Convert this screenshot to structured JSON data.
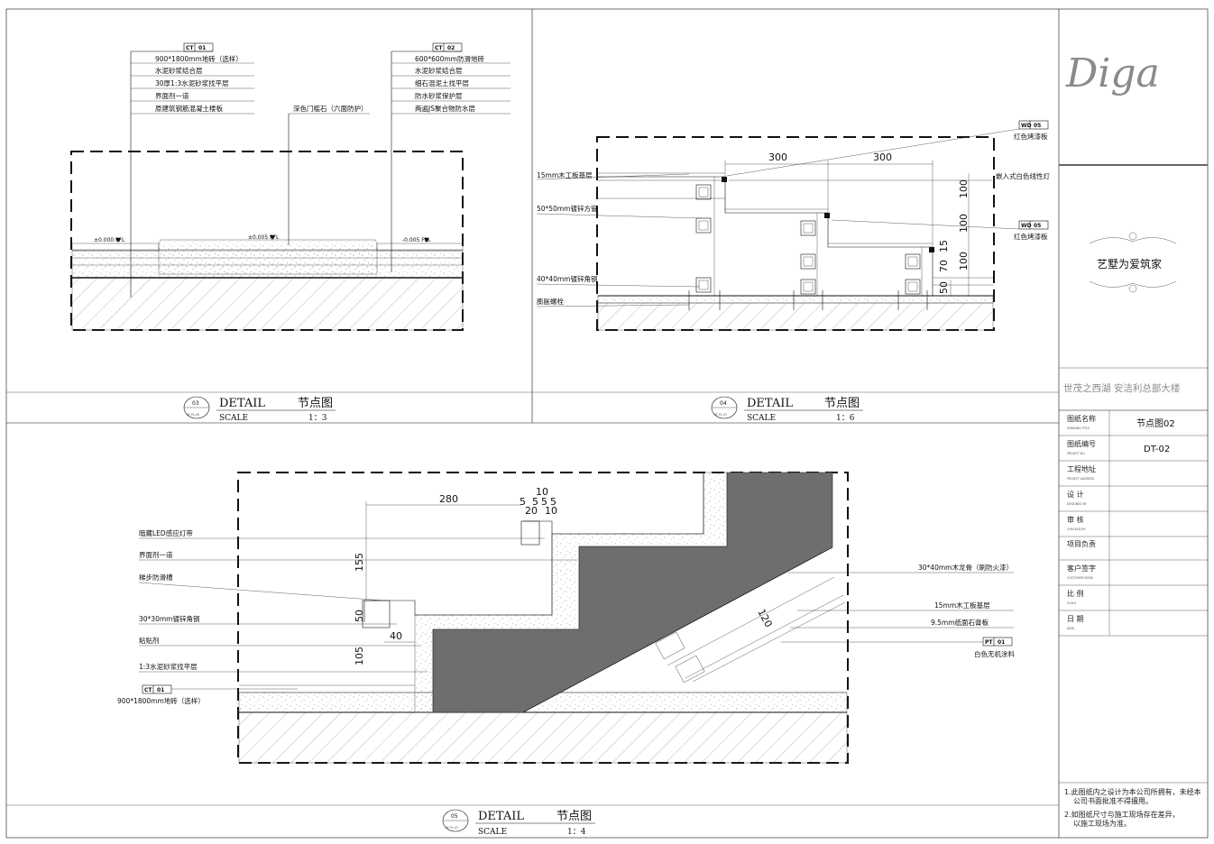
{
  "title_block": {
    "logo_text": "Diga",
    "slogan": "艺墅为爱筑家",
    "project_name": "世茂之西湖  安洁利总部大楼",
    "rows": [
      {
        "label": "图纸名称",
        "sub": "DRAWING TITLE",
        "value": "节点图02"
      },
      {
        "label": "图纸编号",
        "sub": "PROJECT NO.",
        "value": "DT-02"
      },
      {
        "label": "工程地址",
        "sub": "PROJECT ADDRESS",
        "value": ""
      },
      {
        "label": "设    计",
        "sub": "DESIGNED BY",
        "value": ""
      },
      {
        "label": "审    核",
        "sub": "CHECKED BY",
        "value": ""
      },
      {
        "label": "项目负责",
        "sub": "",
        "value": ""
      },
      {
        "label": "客户签字",
        "sub": "CUSTOMER SIGNS",
        "value": ""
      },
      {
        "label": "比    例",
        "sub": "SCALE",
        "value": ""
      },
      {
        "label": "日    期",
        "sub": "DATA",
        "value": ""
      }
    ],
    "notes": [
      "1.此图纸内之设计为本公司所拥有，未经本",
      "公司书面批准不得擅用。",
      "2.如图纸尺寸与施工现场存在差异，",
      "以施工现场为准。"
    ]
  },
  "details": [
    {
      "num": "03",
      "ref": "6F-PL-06",
      "word": "DETAIL",
      "cn": "节点图",
      "scale_word": "SCALE",
      "scale": "1：3",
      "tag1": {
        "code": "CT",
        "num": "01"
      },
      "tag2": {
        "code": "CT",
        "num": "02"
      },
      "left_layers": [
        "900*1800mm地砖（选样）",
        "水泥砂浆结合层",
        "30厚1:3水泥砂浆找平层",
        "界面剂一道",
        "原建筑钢筋混凝土楼板"
      ],
      "right_layers": [
        "600*600mm防滑地砖",
        "水泥砂浆结合层",
        "细石混泥土找平层",
        "防水砂浆保护层",
        "两遍JS聚合物防水层"
      ],
      "threshold": "深色门槛石（六面防护）",
      "levels": [
        "±0.000 FFL",
        "±0.005 FFL",
        "-0.005 FFL"
      ]
    },
    {
      "num": "04",
      "ref": "6F-PL-03",
      "word": "DETAIL",
      "cn": "节点图",
      "scale_word": "SCALE",
      "scale": "1：6",
      "tags": [
        {
          "code": "WD",
          "num": "05",
          "label": "红色烤漆板"
        },
        {
          "code": "WD",
          "num": "05",
          "label": "红色烤漆板"
        }
      ],
      "callouts": [
        "15mm木工板基层",
        "50*50mm镀锌方管",
        "40*40mm镀锌角钢",
        "膨胀螺栓",
        "嵌入式白色线性灯"
      ],
      "dims_top": [
        "300",
        "300"
      ],
      "dims_side": [
        "100",
        "100",
        "15",
        "70",
        "100",
        "50"
      ]
    },
    {
      "num": "05",
      "ref": "6F-PL-03",
      "word": "DETAIL",
      "cn": "节点图",
      "scale_word": "SCALE",
      "scale": "1：4",
      "left_callouts": [
        "暗藏LED感应灯带",
        "界面剂一道",
        "梯步防滑槽",
        "30*30mm镀锌角钢",
        "粘贴剂",
        "1:3水泥砂浆找平层"
      ],
      "tag": {
        "code": "CT",
        "num": "01",
        "label": "900*1800mm地砖（选样）"
      },
      "right_callouts": [
        "30*40mm木龙骨（刷防火漆）",
        "15mm木工板基层",
        "9.5mm纸面石膏板"
      ],
      "pt_tag": {
        "code": "PT",
        "num": "01",
        "label": "白色无机涂料"
      },
      "dims": [
        "280",
        "10",
        "5",
        "5",
        "5",
        "5",
        "20",
        "10",
        "155",
        "50",
        "40",
        "105",
        "120"
      ]
    }
  ]
}
